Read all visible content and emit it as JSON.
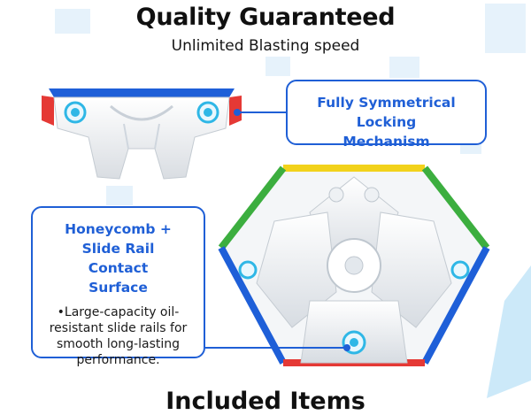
{
  "header": {
    "title": "Quality Guaranteed",
    "subtitle": "Unlimited Blasting speed"
  },
  "callouts": {
    "mechanism": {
      "title": "Fully Symmetrical Locking Mechanism"
    },
    "surface": {
      "title": "Honeycomb + Slide Rail Contact Surface",
      "description": "•Large-capacity oil-resistant slide rails for smooth long-lasting performance."
    }
  },
  "next_section": {
    "heading": "Included Items"
  },
  "images": {
    "edge_piece": "cube-edge-piece",
    "core": "cube-core-mechanism"
  },
  "colors": {
    "accent": "#1f5fd6",
    "title_text": "#101010",
    "cube_red": "#e53935",
    "cube_blue": "#1e5fd8",
    "cube_green": "#3cae3f",
    "cube_yellow": "#f2d21b",
    "magnet_cyan": "#2fb7e6"
  }
}
